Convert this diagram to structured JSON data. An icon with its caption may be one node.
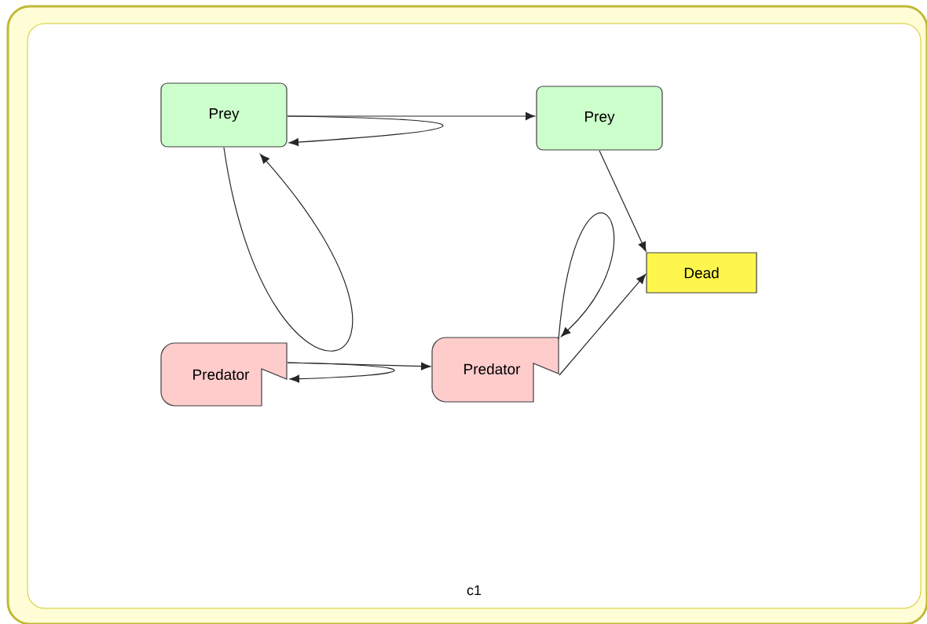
{
  "diagram": {
    "nodes": [
      {
        "text": [
          "c1"
        ]
      },
      {
        "text": [
          "Prey"
        ],
        "in": 0
      },
      {
        "text": [
          "Prey"
        ],
        "in": 0
      },
      {
        "text": [
          "Dead"
        ],
        "in": 0
      },
      {
        "text": [
          "Predator"
        ],
        "in": 0
      },
      {
        "text": [
          "Predator"
        ],
        "in": 0
      }
    ],
    "edges": [
      {
        "from": 1,
        "to": 2,
        "arrow": "to"
      },
      {
        "from": 1,
        "to": 1,
        "arrow": "to"
      },
      {
        "from": 1,
        "to": 1,
        "arrow": "to"
      },
      {
        "from": 2,
        "to": 3,
        "arrow": "to"
      },
      {
        "from": 4,
        "to": 5,
        "arrow": "to"
      },
      {
        "from": 4,
        "to": 4,
        "arrow": "to"
      },
      {
        "from": 5,
        "to": 5,
        "arrow": "to"
      },
      {
        "from": 5,
        "to": 3,
        "arrow": "to"
      }
    ]
  }
}
